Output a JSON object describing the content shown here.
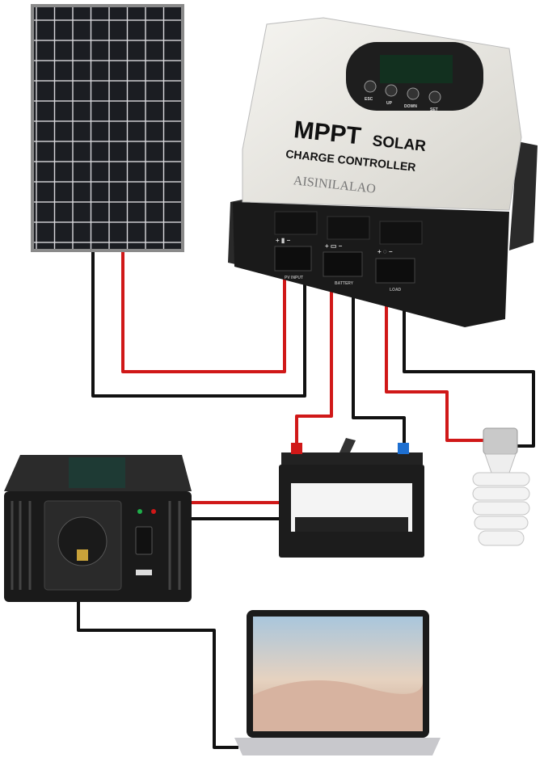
{
  "controller": {
    "title_line1": "MPPT",
    "title_line1b": "SOLAR",
    "title_line2": "CHARGE CONTROLLER",
    "watermark": "AISINILALAO",
    "buttons": [
      "ESC",
      "UP",
      "DOWN",
      "SET"
    ],
    "terminals": [
      "PV INPUT",
      "BATTERY",
      "LOAD"
    ]
  },
  "colors": {
    "positive_wire": "#d01818",
    "negative_wire": "#111111",
    "controller_body": "#ecebe6",
    "controller_base": "#1a1a1a"
  },
  "components": [
    "solar-panel",
    "charge-controller",
    "battery",
    "light-bulb",
    "inverter",
    "laptop"
  ]
}
